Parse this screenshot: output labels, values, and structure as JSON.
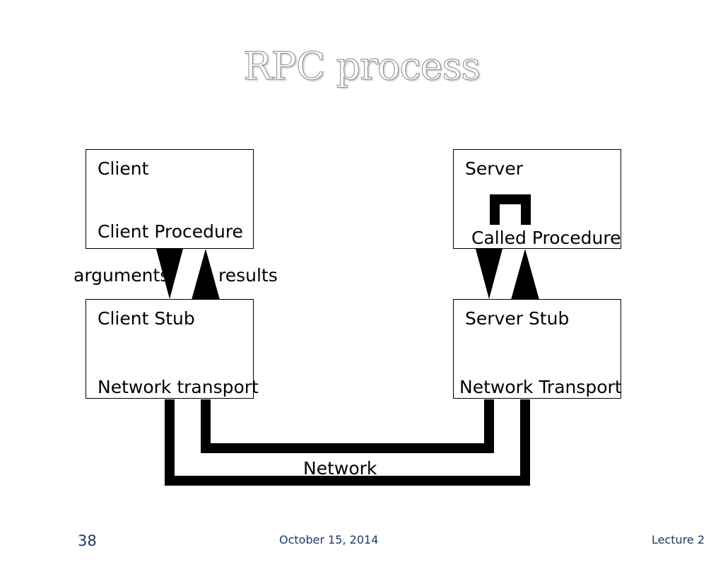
{
  "slide": {
    "title": "RPC process",
    "page_number": "38",
    "date": "October 15, 2014",
    "footer_right": "Lecture 2"
  },
  "diagram": {
    "client_box": {
      "title": "Client",
      "subtitle": "Client Procedure"
    },
    "client_stub_box": {
      "title": "Client Stub",
      "subtitle": "Network transport"
    },
    "server_box": {
      "title": "Server",
      "subtitle": "Called Procedure"
    },
    "server_stub_box": {
      "title": "Server Stub",
      "subtitle": "Network Transport"
    },
    "labels": {
      "arguments": "arguments",
      "results": "results",
      "network": "Network"
    }
  }
}
